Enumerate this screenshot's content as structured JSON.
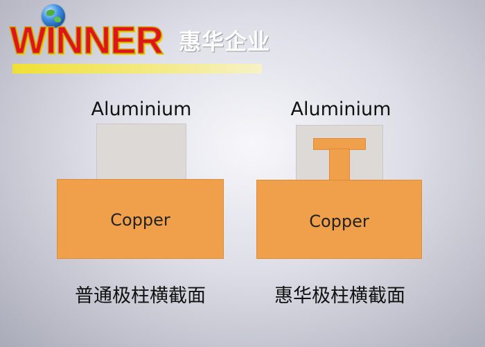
{
  "header": {
    "brand_en": "WINNER",
    "brand_cn": "惠华企业",
    "logo_icon": "globe-icon",
    "stripe_color": "#f0e035"
  },
  "diagram": {
    "left": {
      "top_label": "Aluminium",
      "bottom_label": "Copper",
      "caption": "普通极柱横截面"
    },
    "right": {
      "top_label": "Aluminium",
      "bottom_label": "Copper",
      "caption": "惠华极柱横截面"
    },
    "colors": {
      "aluminium": "#dcd9d6",
      "copper": "#f0a04b",
      "brand_red": "#e0141b"
    }
  }
}
